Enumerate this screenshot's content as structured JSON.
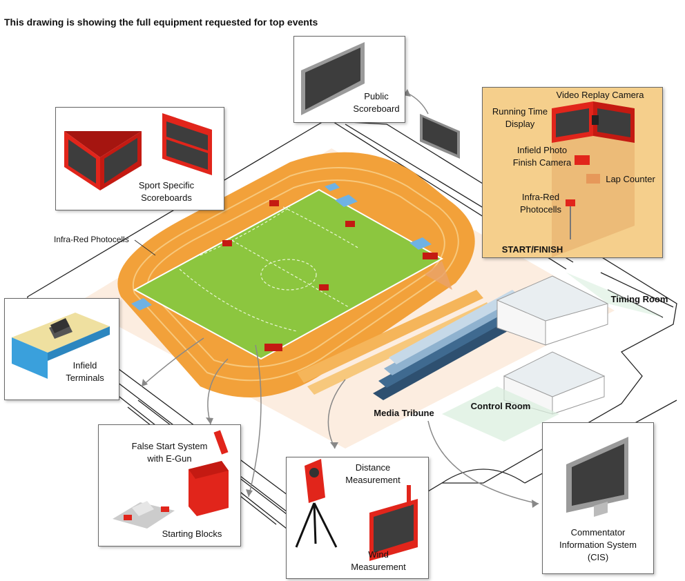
{
  "heading": "This drawing is showing the full equipment requested for top events",
  "labels": {
    "public_scoreboard": "Public Scoreboard",
    "sport_specific_scoreboards": "Sport Specific Scoreboards",
    "infra_red_photocells_field": "Infra-Red Photocells",
    "infield_terminals": "Infield Terminals",
    "false_start_system": "False Start System with E-Gun",
    "starting_blocks": "Starting Blocks",
    "distance_measurement": "Distance Measurement",
    "wind_measurement": "Wind Measurement",
    "commentator_information_system": "Commentator Information System (CIS)",
    "media_tribune": "Media Tribune",
    "control_room": "Control Room",
    "timing_room": "Timing Room",
    "video_replay_camera": "Video Replay Camera",
    "running_time_display": "Running Time Display",
    "infield_photo_finish_camera": "Infield Photo Finish Camera",
    "lap_counter": "Lap Counter",
    "infra_red_photocells_finish": "Infra-Red Photocells",
    "start_finish": "START/FINISH"
  },
  "colors": {
    "track_orange": "#f2a13a",
    "track_light": "#f7c87c",
    "field_green": "#8cc63f",
    "equipment_red": "#e1251b",
    "screen_dark": "#3d3d3d",
    "terminal_blue": "#3aa0dc",
    "finish_panel_bg": "#f5cf8c"
  }
}
